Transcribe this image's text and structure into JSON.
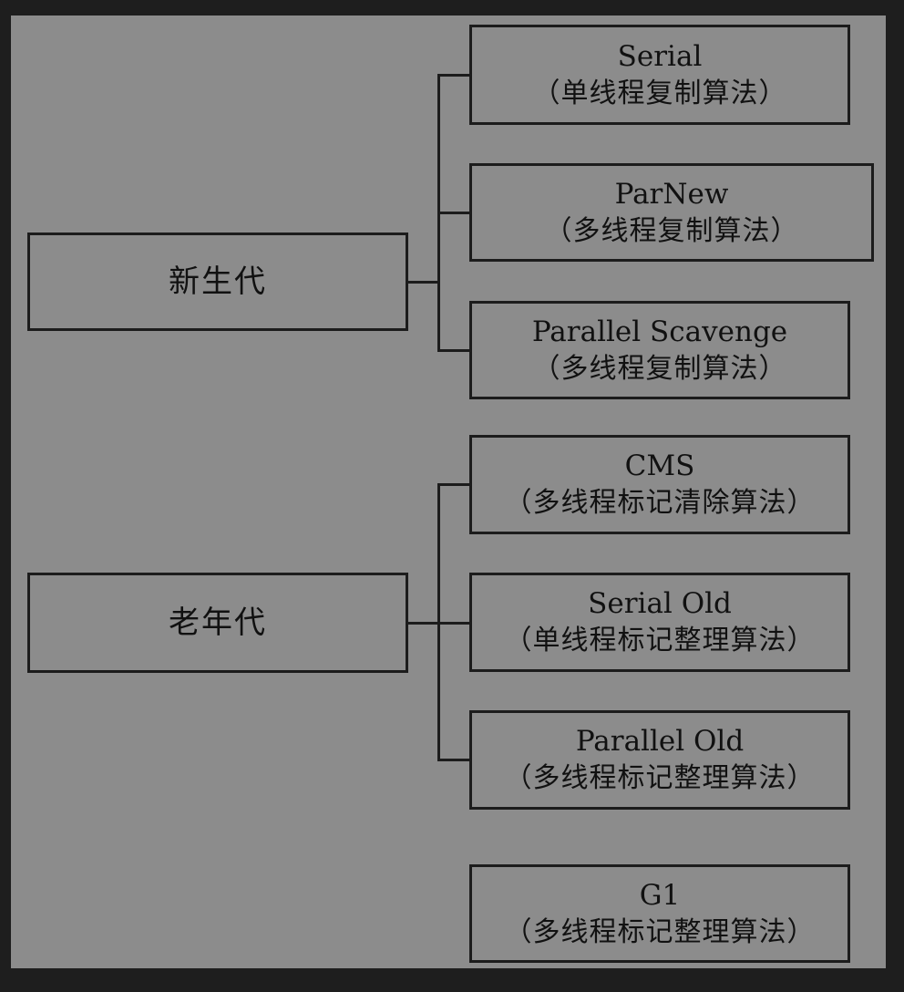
{
  "diagram": {
    "young_generation": {
      "label": "新生代",
      "collectors": [
        {
          "name": "Serial",
          "algorithm": "（单线程复制算法）"
        },
        {
          "name": "ParNew",
          "algorithm": "（多线程复制算法）"
        },
        {
          "name": "Parallel Scavenge",
          "algorithm": "（多线程复制算法）"
        }
      ]
    },
    "old_generation": {
      "label": "老年代",
      "collectors": [
        {
          "name": "CMS",
          "algorithm": "（多线程标记清除算法）"
        },
        {
          "name": "Serial Old",
          "algorithm": "（单线程标记整理算法）"
        },
        {
          "name": "Parallel Old",
          "algorithm": "（多线程标记整理算法）"
        }
      ]
    },
    "standalone": {
      "name": "G1",
      "algorithm": "（多线程标记整理算法）"
    }
  }
}
